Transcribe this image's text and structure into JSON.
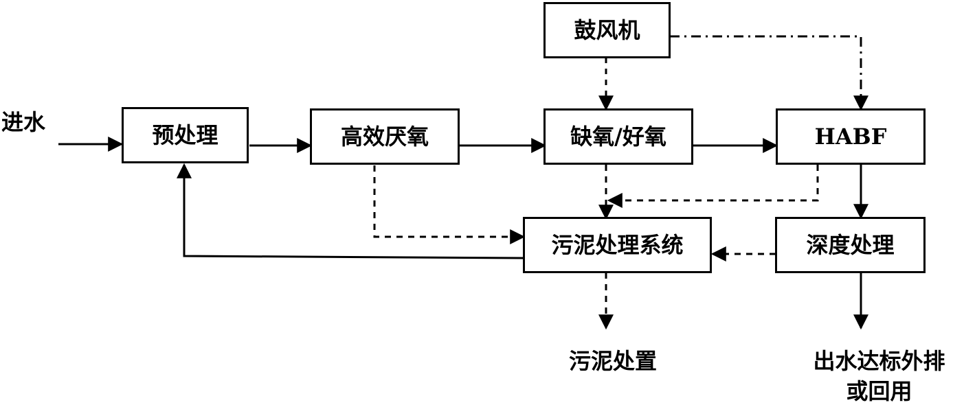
{
  "nodes": {
    "blower": {
      "label": "鼓风机"
    },
    "pretreatment": {
      "label": "预处理"
    },
    "anaerobic": {
      "label": "高效厌氧"
    },
    "anoxic_aerobic": {
      "label": "缺氧/好氧"
    },
    "habf": {
      "label": "HABF"
    },
    "sludge_system": {
      "label": "污泥处理系统"
    },
    "advanced_treatment": {
      "label": "深度处理"
    }
  },
  "labels": {
    "inlet": "进水",
    "sludge_disposal": "污泥处置",
    "effluent_line1": "出水达标外排",
    "effluent_line2": "或回用"
  }
}
